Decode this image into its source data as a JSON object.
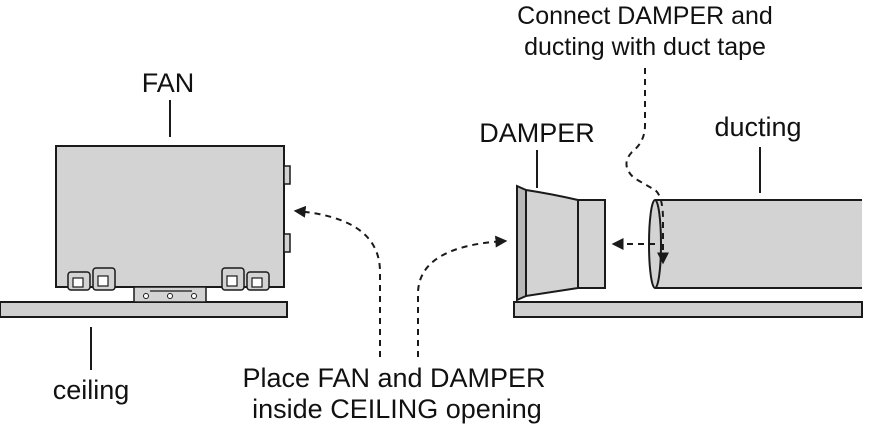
{
  "labels": {
    "fan": "FAN",
    "damper": "DAMPER",
    "ducting": "ducting",
    "ceiling": "ceiling",
    "connect_line1": "Connect DAMPER and",
    "connect_line2": "ducting with duct tape",
    "place_line1": "Place FAN and DAMPER",
    "place_line2": "inside CEILING opening"
  },
  "colors": {
    "body_fill": "#d3d3d3",
    "ceiling_fill": "#cfcfcf",
    "stroke": "#1a1a1a"
  }
}
